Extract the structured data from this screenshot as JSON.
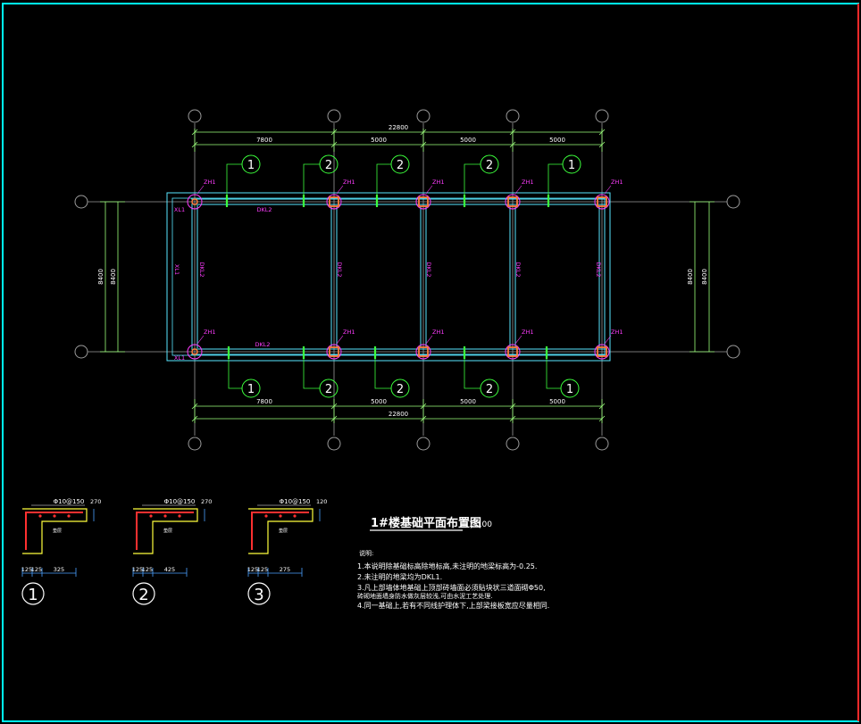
{
  "colors": {
    "frame": "#00ffff",
    "edge_red": "#ff2a2a",
    "axis_grey": "#9a9a9a",
    "dim_green": "#9aff7a",
    "beam_cyan": "#58e6ff",
    "column": "#ff7a3c",
    "label_magenta": "#ff3cff",
    "bubble_green": "#3cff3c",
    "detail_yellow": "#ffff3c",
    "detail_red": "#ff3030"
  },
  "plan": {
    "overall_top": "22800",
    "overall_bottom": "22800",
    "bay_top": [
      "7800",
      "5000",
      "5000",
      "5000"
    ],
    "bay_bottom": [
      "7800",
      "5000",
      "5000",
      "5000"
    ],
    "left_dims": [
      "8400",
      "8400"
    ],
    "right_dims": [
      "8400",
      "8400"
    ],
    "column_label": "ZH1",
    "beam_top": "DKL2",
    "beam_bottom": "DKL2",
    "beam_left_outer": "XL1",
    "beam_left_inner": "DKL2",
    "beam_vertical": [
      "DKL2",
      "DKL2",
      "DKL2",
      "DKL2"
    ],
    "corner_top": "XL1",
    "corner_bottom": "XL1",
    "section_top": [
      "1",
      "2",
      "2",
      "2",
      "1"
    ],
    "section_bottom": [
      "1",
      "2",
      "2",
      "2",
      "1"
    ]
  },
  "details": [
    {
      "id": "1",
      "top_spec": "Φ10@150",
      "side_dim": "270",
      "bottom_dims": [
        "125",
        "125",
        "325"
      ]
    },
    {
      "id": "2",
      "top_spec": "Φ10@150",
      "side_dim": "270",
      "bottom_dims": [
        "125",
        "125",
        "425"
      ]
    },
    {
      "id": "3",
      "top_spec": "Φ10@150",
      "side_dim": "120",
      "bottom_dims": [
        "125",
        "125",
        "275"
      ]
    }
  ],
  "title": {
    "text": "1#楼基础平面布置图",
    "scale": "1:100"
  },
  "notes": {
    "heading": "说明:",
    "items": [
      "1.本说明除基础标高除地标高,未注明的地梁标高为-0.25.",
      "2.未注明的地梁均为DKL1.",
      "3.凡上部墙体地基础上顶部砖墙面必须贴块状三道面砌Φ50,",
      "  砖砌地面墙身防水做灰层较浅,可由水泥工艺处理.",
      "4.同一基础上,若有不同线护理体下,上部梁接板宽应尽量相同."
    ]
  }
}
